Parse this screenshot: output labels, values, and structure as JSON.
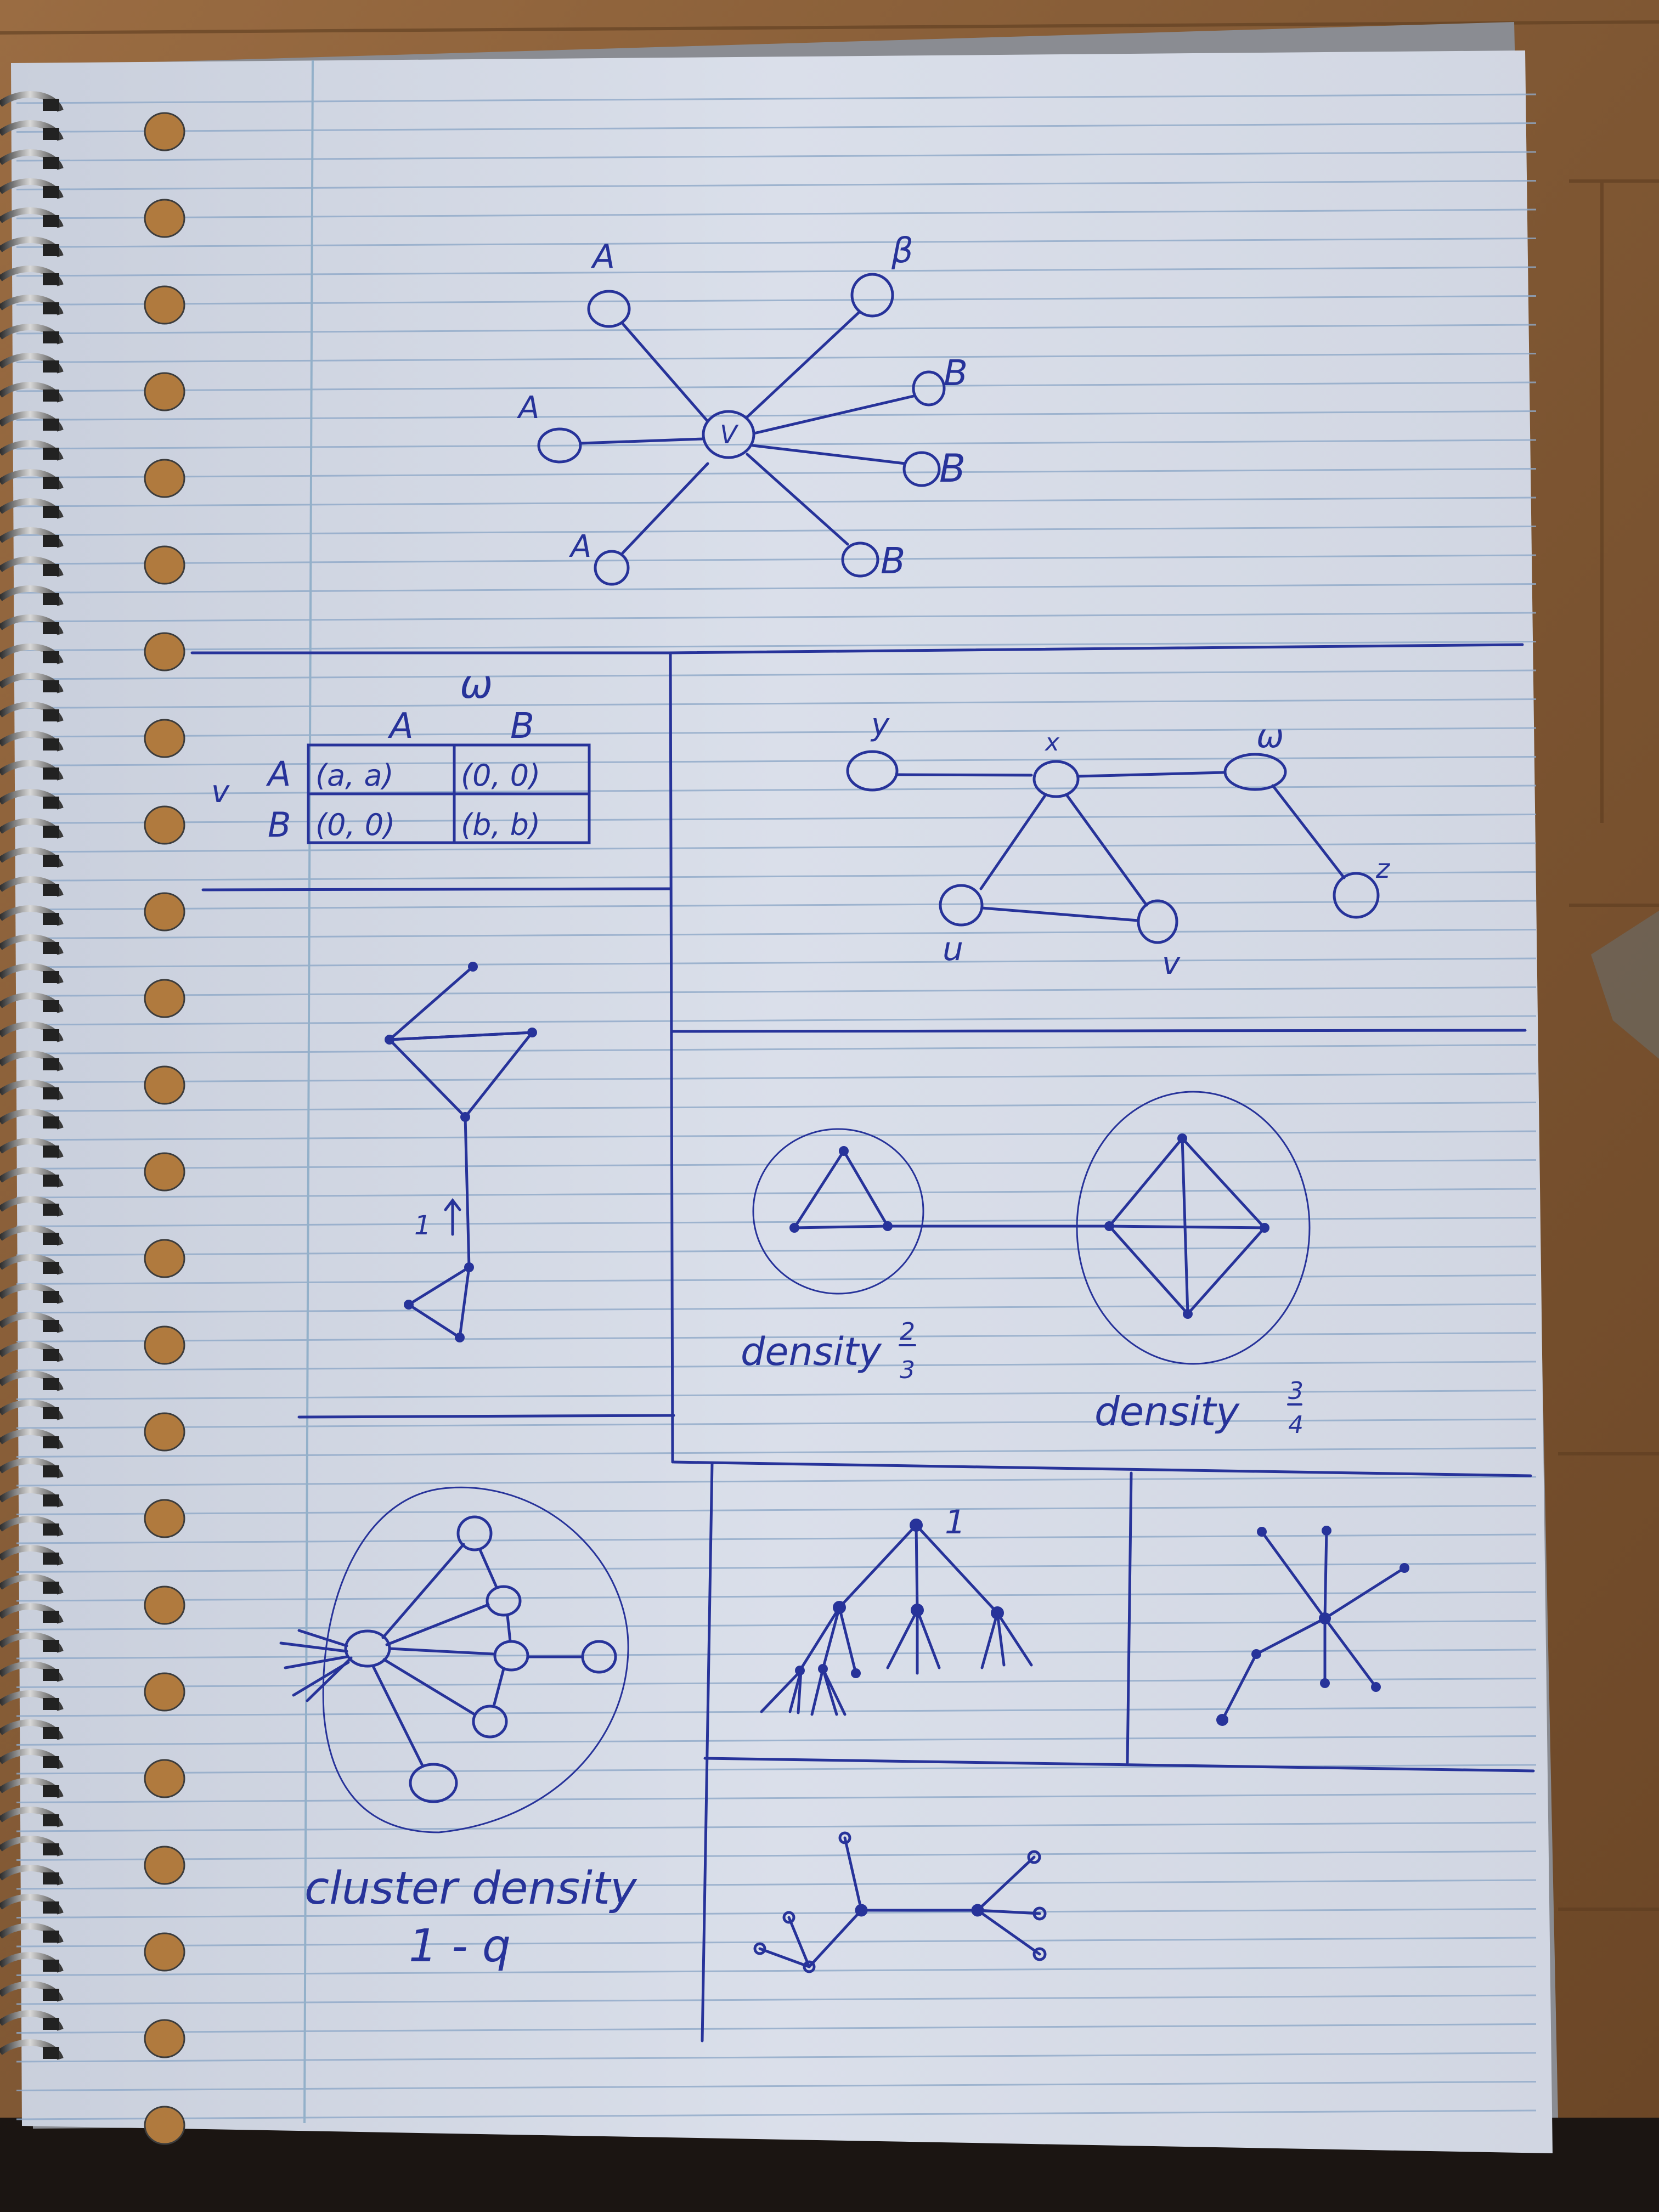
{
  "colors": {
    "table_wood": "#8a6039",
    "paper": "#d9dde8",
    "ink": "#27339a",
    "rule_line": "#8fa9c8",
    "margin_line": "#93b0c9"
  },
  "star_graph": {
    "center_label": "V",
    "node_labels": [
      "A",
      "A",
      "A",
      "β",
      "B",
      "B",
      "B"
    ]
  },
  "payoff_table": {
    "column_player": "ω",
    "row_player": "v",
    "columns": [
      "A",
      "B"
    ],
    "rows": [
      {
        "label": "A",
        "cells": [
          "(a, a)",
          "(0, 0)"
        ]
      },
      {
        "label": "B",
        "cells": [
          "(0, 0)",
          "(b, b)"
        ]
      }
    ]
  },
  "network_graph": {
    "node_labels": [
      "y",
      "x",
      "ω",
      "z",
      "u",
      "v"
    ]
  },
  "bridge_graph": {
    "edge_label": "1"
  },
  "density_graphs": {
    "left_caption": "density",
    "left_fraction": {
      "num": "2",
      "den": "3"
    },
    "right_caption": "density",
    "right_fraction": {
      "num": "3",
      "den": "4"
    }
  },
  "cluster": {
    "caption_line1": "cluster density",
    "caption_line2": "1 - q"
  },
  "tree_graph": {
    "root_label": "1"
  }
}
